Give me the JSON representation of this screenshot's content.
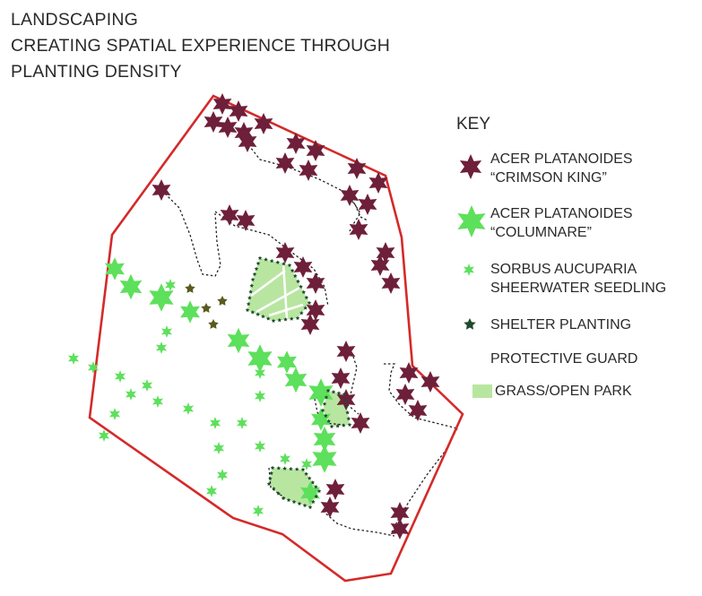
{
  "title": {
    "lines": [
      "LANDSCAPING",
      "CREATING SPATIAL EXPERIENCE THROUGH",
      "PLANTING DENSITY"
    ]
  },
  "legend": {
    "title": "KEY",
    "items": [
      {
        "id": "crimson-king",
        "lines": [
          "ACER PLATANOIDES",
          "“CRIMSON KING”"
        ],
        "color": "#6e1f3a",
        "icon": "maroon-tree-icon"
      },
      {
        "id": "columnare",
        "lines": [
          "ACER PLATANOIDES",
          "“COLUMNARE”"
        ],
        "color": "#5de05b",
        "icon": "green-tree-icon"
      },
      {
        "id": "sorbus",
        "lines": [
          "SORBUS AUCUPARIA",
          "SHEERWATER SEEDLING"
        ],
        "color": "#5de05b",
        "icon": "small-tree-icon"
      },
      {
        "id": "shelter",
        "lines": [
          "SHELTER PLANTING"
        ],
        "color": "#1f4a2e",
        "icon": "shelter-plant-icon"
      },
      {
        "id": "guard",
        "lines": [
          "PROTECTIVE GUARD"
        ],
        "color": "#222222",
        "icon": "dotted-line-icon"
      },
      {
        "id": "grass",
        "lines": [
          "GRASS/OPEN PARK"
        ],
        "color": "#b8e6a0",
        "icon": "grass-swatch-icon"
      }
    ]
  },
  "colors": {
    "boundary": "#d42a2a",
    "crimson": "#6e1f3a",
    "columnare": "#5de05b",
    "sorbus": "#5de05b",
    "shelter": "#1f4a2e",
    "olive": "#5a5a1e",
    "grass": "#b8e6a0",
    "guard": "#222222"
  }
}
